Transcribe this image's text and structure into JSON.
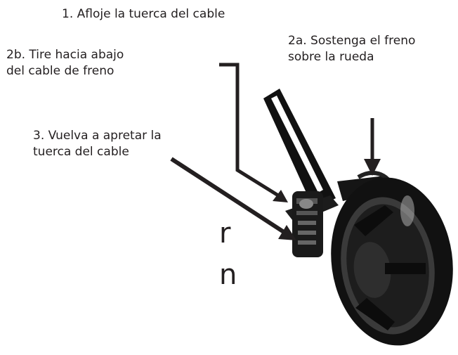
{
  "labels": {
    "step1": "1. Afloje la tuerca del cable",
    "step2a": "2a. Sostenga el freno\nsobre la rueda",
    "step2b": "2b. Tire hacia abajo\ndel cable de freno",
    "step3": "3. Vuelva a apretar la\ntuerca del cable"
  },
  "cut_off_text": {
    "line1": "r",
    "line2": "n"
  },
  "colors": {
    "ink": "#231f20",
    "wheel": "#111111",
    "highlight": "#ffffff"
  }
}
